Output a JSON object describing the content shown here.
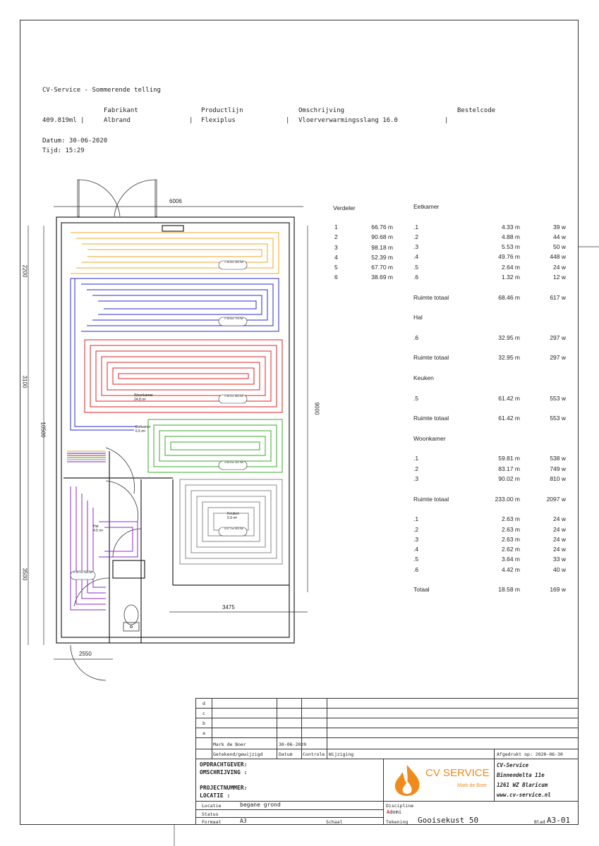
{
  "header": {
    "title": "CV-Service - Sommerende telling",
    "col_headers": [
      "Fabrikant",
      "Productlijn",
      "Omschrijving",
      "Bestelcode"
    ],
    "row": {
      "length": "409.819ml |",
      "fabrikant": "Albrand",
      "sep1": "|",
      "productlijn": "Flexiplus",
      "sep2": "|",
      "omschrijving": "Vloerverwarmingsslang 16.0",
      "sep3": "|"
    },
    "datum": "Datum: 30-06-2020",
    "tijd": "Tijd: 15:29"
  },
  "dimensions": {
    "top": "6006",
    "left_2200": "2200",
    "left_3100": "3100",
    "left_10500": "10500",
    "left_3500": "3500",
    "right_9000": "9000",
    "bottom_3475": "3475",
    "bottom_2550": "2550"
  },
  "plan_labels": {
    "woonkamer": "Woonkamer",
    "woonkamer_area": "24.8 m²",
    "eetkamer": "Eetkamer",
    "eetkamer_area": "6.5 m²",
    "keuken": "Keuken",
    "keuken_area": "5.9 m²",
    "hal": "Hal",
    "hal_area": "4.5 m²",
    "loop1": [
      "1",
      "96.8m²",
      "450.3W"
    ],
    "loop2": [
      "2",
      "96.8m²",
      "749.3W"
    ],
    "loop3": [
      "3",
      "98.0m²",
      "880.6W"
    ],
    "loop4": [
      "4",
      "66.2m²",
      "421.3W"
    ],
    "loop5": [
      "5",
      "67.7m²",
      "553.3W"
    ],
    "loop6": [
      "6",
      "38.7m²",
      "348.3W"
    ]
  },
  "verdeler": {
    "title": "Verdeler",
    "items": [
      {
        "n": "1",
        "len": "66.76 m"
      },
      {
        "n": "2",
        "len": "90.68 m"
      },
      {
        "n": "3",
        "len": "98.18 m"
      },
      {
        "n": "4",
        "len": "52.39 m"
      },
      {
        "n": "5",
        "len": "67.70 m"
      },
      {
        "n": "6",
        "len": "38.69 m"
      }
    ]
  },
  "rooms": [
    {
      "name": "Eetkamer",
      "rows": [
        {
          "id": ".1",
          "len": "4.33 m",
          "w": "39 w"
        },
        {
          "id": ".2",
          "len": "4.88 m",
          "w": "44 w"
        },
        {
          "id": ".3",
          "len": "5.53 m",
          "w": "50 w"
        },
        {
          "id": ".4",
          "len": "49.76 m",
          "w": "448 w"
        },
        {
          "id": ".5",
          "len": "2.64 m",
          "w": "24 w"
        },
        {
          "id": ".6",
          "len": "1.32 m",
          "w": "12 w"
        }
      ],
      "total_label": "Ruimte totaal",
      "total_len": "68.46 m",
      "total_w": "617 w"
    },
    {
      "name": "Hal",
      "rows": [
        {
          "id": ".6",
          "len": "32.95 m",
          "w": "297 w"
        }
      ],
      "total_label": "Ruimte totaal",
      "total_len": "32.95 m",
      "total_w": "297 w"
    },
    {
      "name": "Keuken",
      "rows": [
        {
          "id": ".5",
          "len": "61.42 m",
          "w": "553 w"
        }
      ],
      "total_label": "Ruimte totaal",
      "total_len": "61.42 m",
      "total_w": "553 w"
    },
    {
      "name": "Woonkamer",
      "rows": [
        {
          "id": ".1",
          "len": "59.81 m",
          "w": "538 w"
        },
        {
          "id": ".2",
          "len": "83.17 m",
          "w": "749 w"
        },
        {
          "id": ".3",
          "len": "90.02 m",
          "w": "810 w"
        }
      ],
      "total_label": "Ruimte totaal",
      "total_len": "233.00 m",
      "total_w": "2097 w"
    }
  ],
  "extra_rows": [
    {
      "id": ".1",
      "len": "2.63 m",
      "w": "24 w"
    },
    {
      "id": ".2",
      "len": "2.63 m",
      "w": "24 w"
    },
    {
      "id": ".3",
      "len": "2.63 m",
      "w": "24 w"
    },
    {
      "id": ".4",
      "len": "2.62 m",
      "w": "24 w"
    },
    {
      "id": ".5",
      "len": "3.64 m",
      "w": "33 w"
    },
    {
      "id": ".6",
      "len": "4.42 m",
      "w": "40 w"
    }
  ],
  "totaal": {
    "label": "Totaal",
    "len": "18.58 m",
    "w": "169 w"
  },
  "titleblock": {
    "rev": [
      "d",
      "c",
      "b",
      "a"
    ],
    "author": "Mark de Boer",
    "date": "30-06-2020",
    "getekend": "Getekend/gewijzigd",
    "datum": "Datum",
    "controle": "Controle",
    "wijziging": "Wijziging",
    "afgedrukt": "Afgedrukt op: 2020-06-30",
    "opdrachtgever": "OPDRACHTGEVER:",
    "omschrijving": "OMSCHRIJVING :",
    "projectnummer": "PROJECTNUMMER:",
    "locatie_caps": "LOCATIE      :",
    "logo_text": "CV SERVICE",
    "logo_sub": "Mark de Boer",
    "company": "CV-Service",
    "address1": "Binnendelta 11e",
    "address2": "1261 WZ Blaricum",
    "website": "www.cv-service.nl",
    "locatie": "Locatie",
    "locatie_value": "begane grond",
    "status": "Status",
    "formaat": "Formaat",
    "formaat_value": "A3",
    "schaal": "Schaal",
    "discipline": "Discipline",
    "discipline_logo": "domi",
    "tekening": "Tekening",
    "tekening_value": "Gooisekust 50",
    "blad": "Blad",
    "blad_value": "A3-01"
  },
  "colors": {
    "loop1": "#f5a623",
    "loop2": "#2a2ad0",
    "loop3": "#e02020",
    "loop4": "#3aaa2a",
    "loop5": "#8a8a8a",
    "loop6": "#8a2ad0",
    "logo": "#f08a1c"
  }
}
